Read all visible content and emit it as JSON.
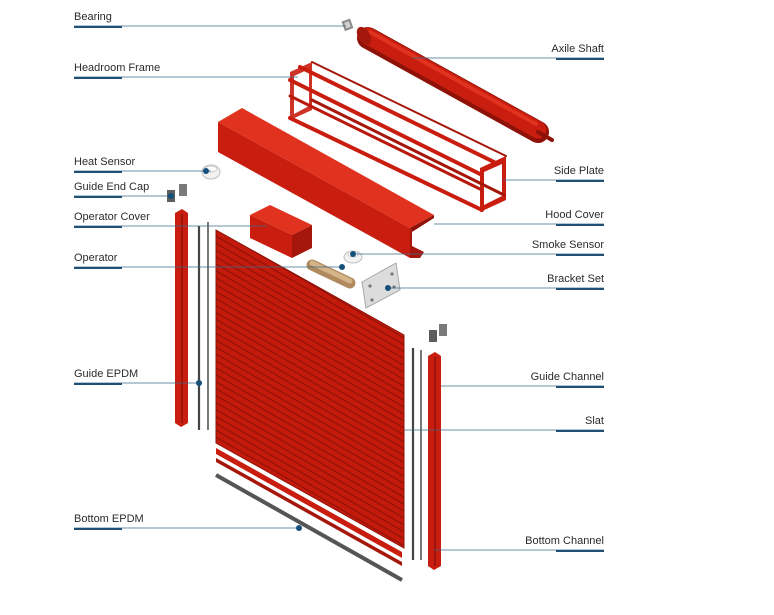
{
  "diagram": {
    "colors": {
      "part": "#c91d0f",
      "part_dark": "#8e1208",
      "part_light": "#e0321f",
      "leader": "#3c6a8d",
      "dot": "#14507a",
      "underline": "#1f4f73"
    },
    "labels_left": [
      {
        "id": "bearing",
        "text": "Bearing"
      },
      {
        "id": "headroom-frame",
        "text": "Headroom Frame"
      },
      {
        "id": "heat-sensor",
        "text": "Heat Sensor"
      },
      {
        "id": "guide-end-cap",
        "text": "Guide End Cap"
      },
      {
        "id": "operator-cover",
        "text": "Operator Cover"
      },
      {
        "id": "operator",
        "text": "Operator"
      },
      {
        "id": "guide-epdm",
        "text": "Guide EPDM"
      },
      {
        "id": "bottom-epdm",
        "text": "Bottom EPDM"
      }
    ],
    "labels_right": [
      {
        "id": "axile-shaft",
        "text": "Axile Shaft"
      },
      {
        "id": "side-plate",
        "text": "Side Plate"
      },
      {
        "id": "hood-cover",
        "text": "Hood Cover"
      },
      {
        "id": "smoke-sensor",
        "text": "Smoke Sensor"
      },
      {
        "id": "bracket-set",
        "text": "Bracket Set"
      },
      {
        "id": "guide-channel",
        "text": "Guide Channel"
      },
      {
        "id": "slat",
        "text": "Slat"
      },
      {
        "id": "bottom-channel",
        "text": "Bottom Channel"
      }
    ]
  }
}
